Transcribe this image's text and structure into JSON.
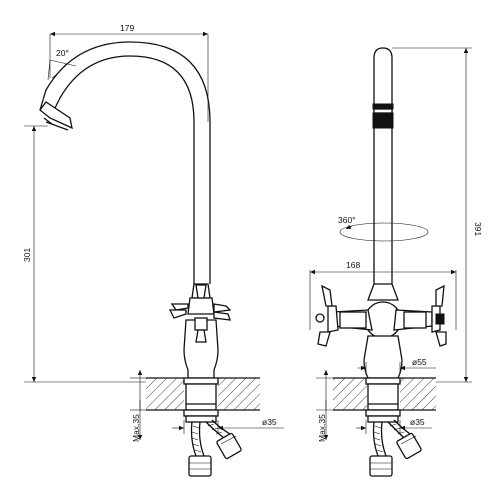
{
  "drawing": {
    "type": "technical drawing",
    "views": [
      "side view",
      "front view"
    ]
  },
  "side_view": {
    "dim_reach": "179",
    "dim_angle": "20°",
    "dim_height": "301",
    "dim_max_mount": "Max.35",
    "dim_hole": "ø35"
  },
  "front_view": {
    "dim_height": "391",
    "dim_rotation": "360°",
    "dim_handles": "168",
    "dim_body": "ø55",
    "dim_max_mount": "Max.35",
    "dim_hole": "ø35"
  }
}
